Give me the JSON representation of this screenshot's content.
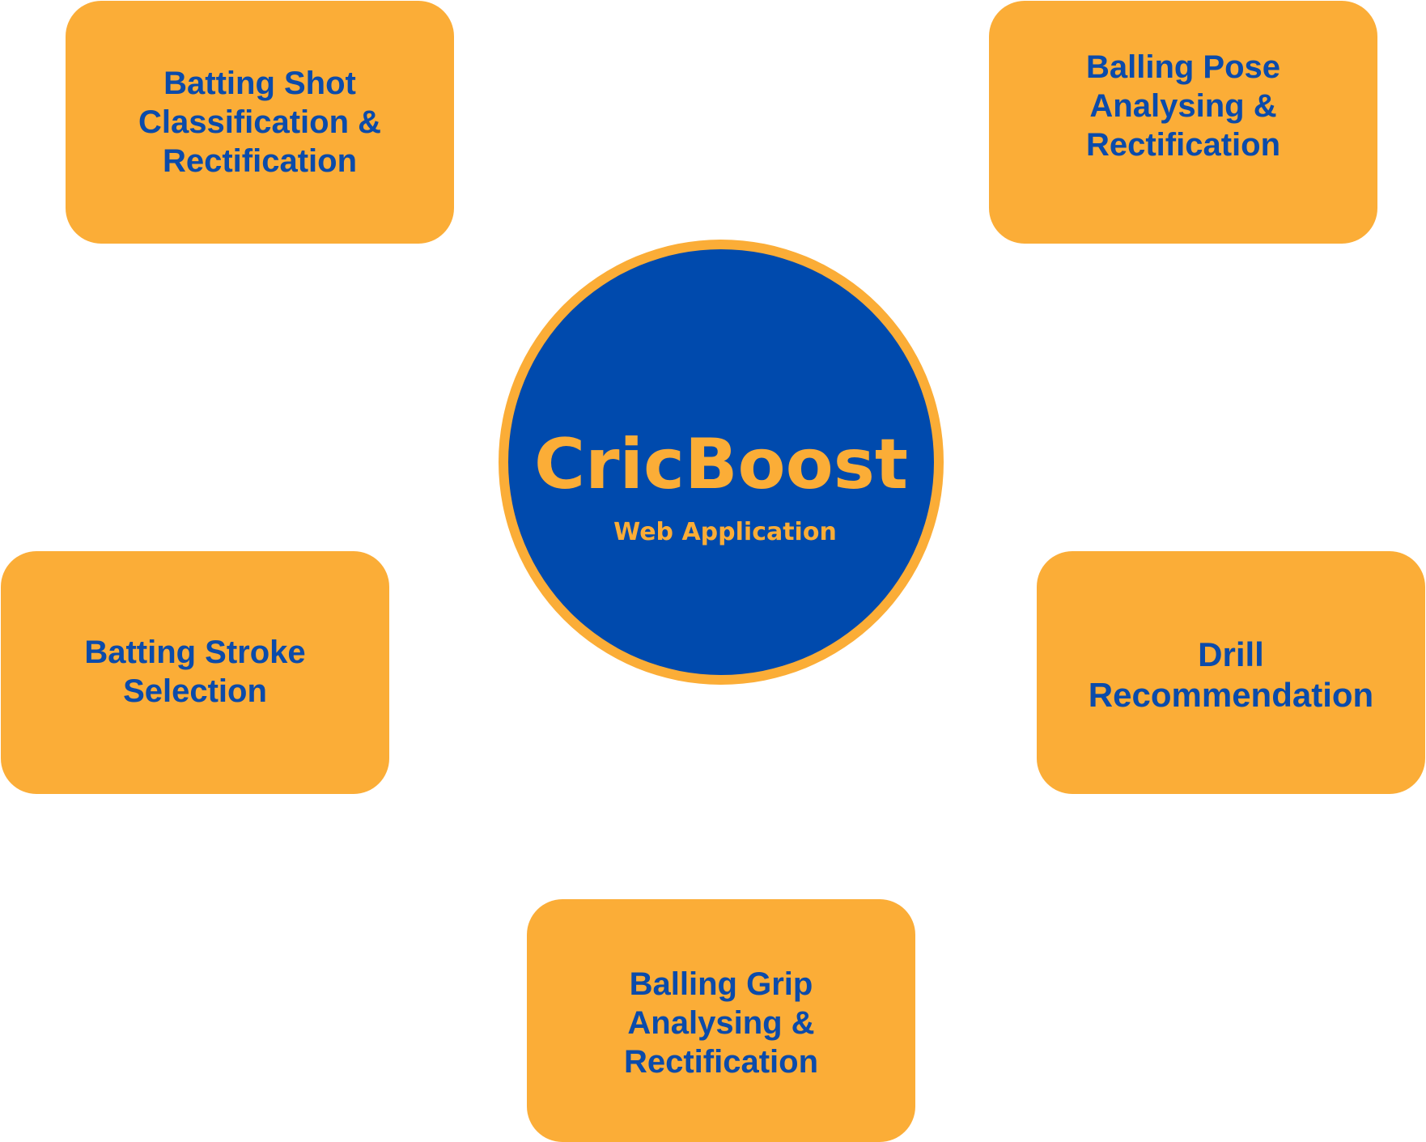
{
  "diagram": {
    "center": {
      "title": "CricBoost",
      "subtitle": "Web Application"
    },
    "modules": [
      {
        "id": "batting-shot",
        "label": "Batting Shot\nClassification &\nRectification"
      },
      {
        "id": "balling-pose",
        "label": "Balling Pose\nAnalysing &\nRectification"
      },
      {
        "id": "batting-stroke",
        "label": "Batting Stroke\nSelection"
      },
      {
        "id": "drill",
        "label": "Drill\nRecommendation"
      },
      {
        "id": "balling-grip",
        "label": "Balling Grip\nAnalysing &\nRectification"
      }
    ]
  },
  "colors": {
    "box_fill": "#FBAD37",
    "box_text": "#0B4BAA",
    "hub_fill": "#004AAD",
    "hub_ring": "#FBAD37",
    "hub_text": "#FBAD37",
    "background": "#FFFFFF"
  }
}
